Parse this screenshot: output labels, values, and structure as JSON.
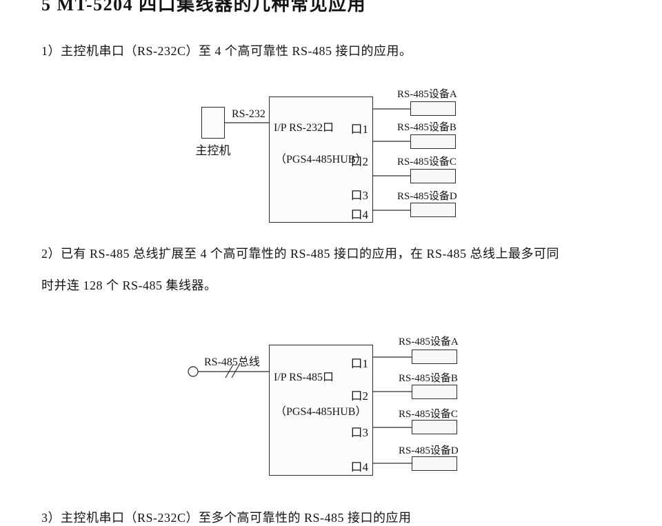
{
  "page": {
    "heading": "5 MT-5204 四口集线器的几种常见应用",
    "para1": "1）主控机串口（RS-232C）至 4 个高可靠性 RS-485 接口的应用。",
    "para2_line1": "2）已有 RS-485 总线扩展至 4 个高可靠性的 RS-485 接口的应用，在 RS-485 总线上最多可同",
    "para2_line2": "时并连 128 个 RS-485 集线器。",
    "para3": "3）主控机串口（RS-232C）至多个高可靠性的 RS-485 接口的应用"
  },
  "diagram1": {
    "host_label": "主控机",
    "link_label": "RS-232",
    "hub_input_label": "I/P RS-232口",
    "hub_name": "（PGS4-485HUB）",
    "ports": [
      "口1",
      "口2",
      "口3",
      "口4"
    ],
    "devices": [
      "RS-485设备A",
      "RS-485设备B",
      "RS-485设备C",
      "RS-485设备D"
    ]
  },
  "diagram2": {
    "bus_label": "RS-485总线",
    "hub_input_label": "I/P RS-485口",
    "hub_name": "（PGS4-485HUB）",
    "ports": [
      "口1",
      "口2",
      "口3",
      "口4"
    ],
    "devices": [
      "RS-485设备A",
      "RS-485设备B",
      "RS-485设备C",
      "RS-485设备D"
    ]
  }
}
